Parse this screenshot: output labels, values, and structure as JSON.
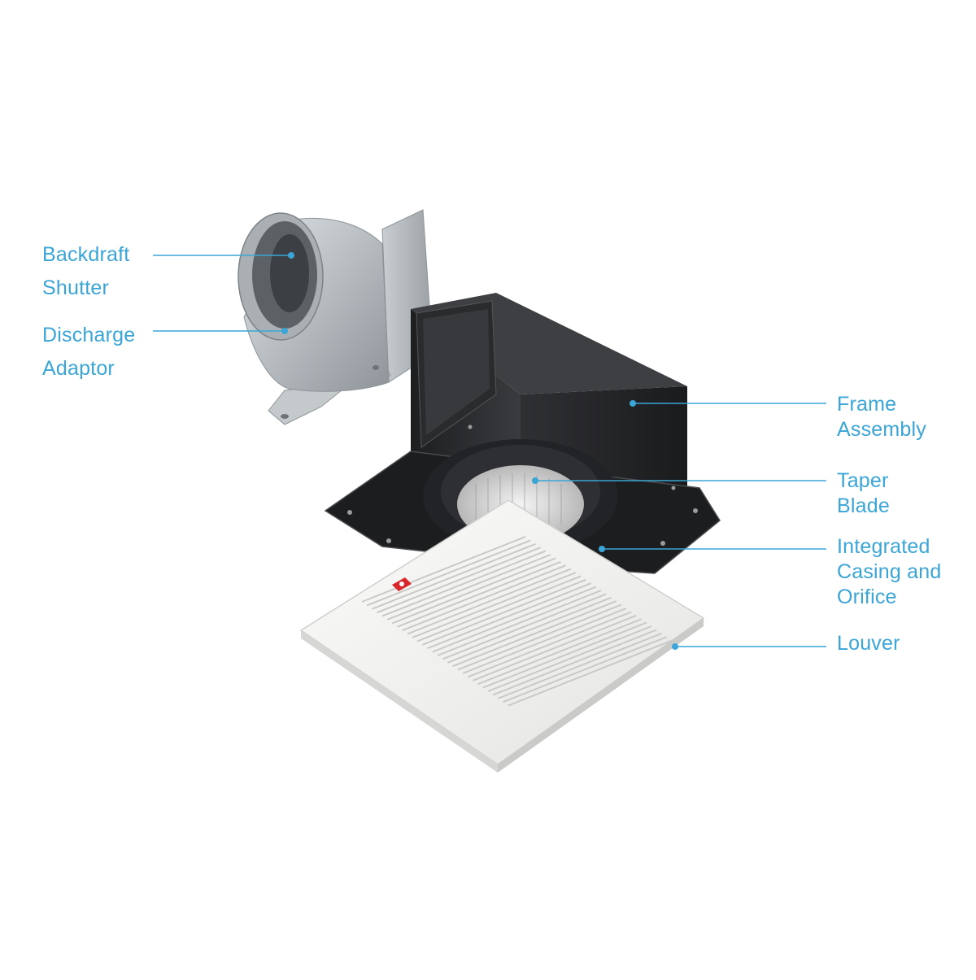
{
  "labels": {
    "backdraft_shutter": [
      "Backdraft",
      "Shutter"
    ],
    "discharge_adaptor": [
      "Discharge",
      "Adaptor"
    ],
    "frame_assembly": [
      "Frame",
      "Assembly"
    ],
    "taper_blade": [
      "Taper",
      "Blade"
    ],
    "integrated_casing": [
      "Integrated",
      "Casing and",
      "Orifice"
    ],
    "louver": [
      "Louver"
    ]
  },
  "colors": {
    "label": "#3aa5d6",
    "leader": "#3aa5d6",
    "frame_body": "#2e2f31",
    "louver": "#eeeeec",
    "adaptor_metal": "#b9bec2",
    "brand_badge": "#d8262b"
  },
  "icons": {
    "brand_badge": "kdk-logo-badge"
  }
}
